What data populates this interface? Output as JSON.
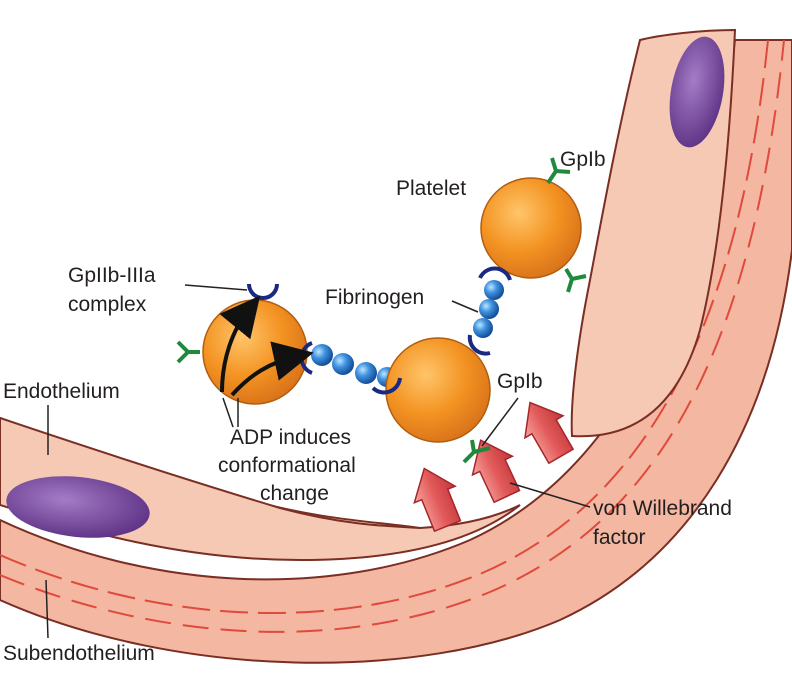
{
  "labels": {
    "gpib_top": "GpIb",
    "platelet": "Platelet",
    "gpiib_line1": "GpIIb-IIIa",
    "gpiib_line2": "complex",
    "fibrinogen": "Fibrinogen",
    "gpib_mid": "GpIb",
    "endothelium": "Endothelium",
    "adp_line1": "ADP induces",
    "adp_line2": "conformational",
    "adp_line3": "change",
    "vwf_line1": "von Willebrand",
    "vwf_line2": "factor",
    "subendothelium": "Subendothelium"
  },
  "colors": {
    "endothelium_fill": "#f6c9b5",
    "endothelium_stroke": "#7a2e24",
    "subendothelium_fill": "#f3b7a2",
    "dash_line": "#e04a3c",
    "nucleus": "#7d4ea0",
    "platelet": "#f39322",
    "platelet_stroke": "#b25d0e",
    "gpib_receptor": "#1f8a3c",
    "gpiib_receptor": "#1b2a80",
    "fibrinogen_bead": "#2e7fd0",
    "vwf": "#e25a5a",
    "arrow": "#111111"
  }
}
